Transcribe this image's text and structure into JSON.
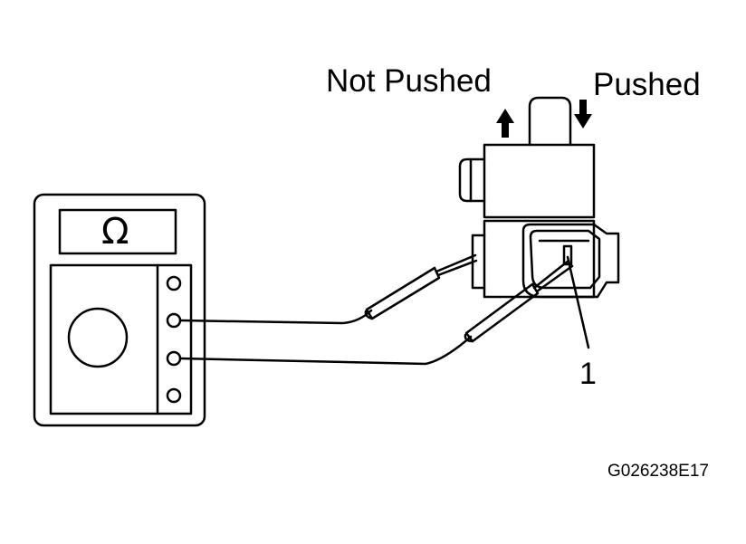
{
  "labels": {
    "not_pushed": "Not Pushed",
    "pushed": "Pushed",
    "callout": "1",
    "figure_code": "G026238E17"
  },
  "meter": {
    "display_symbol": "Ω",
    "terminal_count": 4
  },
  "icons": {
    "up_arrow": "up-arrow-icon",
    "down_arrow": "down-arrow-icon"
  },
  "colors": {
    "line": "#000000",
    "background": "#ffffff"
  }
}
